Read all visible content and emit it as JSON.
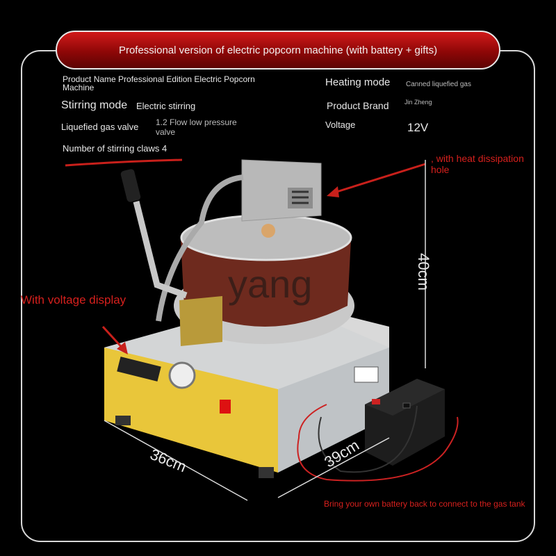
{
  "banner": {
    "title": "Professional version of electric popcorn machine (with battery + gifts)"
  },
  "specs": {
    "product_name": "Product Name Professional Edition Electric Popcorn Machine",
    "stirring_mode_label": "Stirring mode",
    "stirring_mode_value": "Electric stirring",
    "gas_valve_label": "Liquefied gas valve",
    "gas_valve_value": "1.2 Flow low pressure valve",
    "stirring_claws": "Number of stirring claws 4",
    "heating_mode_label": "Heating mode",
    "heating_mode_value": "Canned liquefied gas",
    "brand_label": "Product Brand",
    "brand_value": "Jin Zheng",
    "voltage_label": "Voltage",
    "voltage_value": "12V"
  },
  "annotations": {
    "heat_hole": ", with heat dissipation hole",
    "voltage_display": "With voltage display",
    "battery_note": "Bring your own battery back to connect to the gas tank"
  },
  "dimensions": {
    "height": "40cm",
    "width": "36cm",
    "depth": "39cm"
  },
  "watermark": "yang",
  "colors": {
    "accent_red": "#d6201d",
    "banner_red": "#b80f0f",
    "steel": "#c9c9c9",
    "copper": "#6e2a1e"
  }
}
